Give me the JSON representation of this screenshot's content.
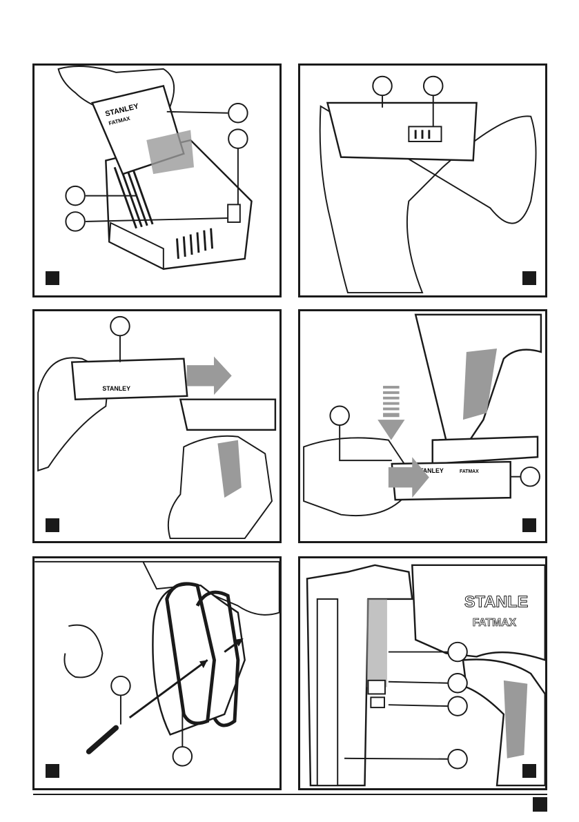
{
  "page": {
    "background": "#ffffff",
    "ink": "#1a1a1a",
    "arrow_fill": "#9a9a9a"
  },
  "battery_brand": {
    "line1": "STANLEY",
    "line2": "FATMAX"
  },
  "tool_brand": {
    "line1": "STANLE",
    "line2": "FATMAX"
  },
  "figures": [
    {
      "name": "battery-charging",
      "callouts": 4
    },
    {
      "name": "battery-fuel-gauge",
      "callouts": 2
    },
    {
      "name": "battery-removal",
      "callouts": 1
    },
    {
      "name": "battery-insertion",
      "callouts": 2
    },
    {
      "name": "belt-hook-install",
      "callouts": 2
    },
    {
      "name": "nailer-front-parts",
      "callouts": 4
    }
  ]
}
